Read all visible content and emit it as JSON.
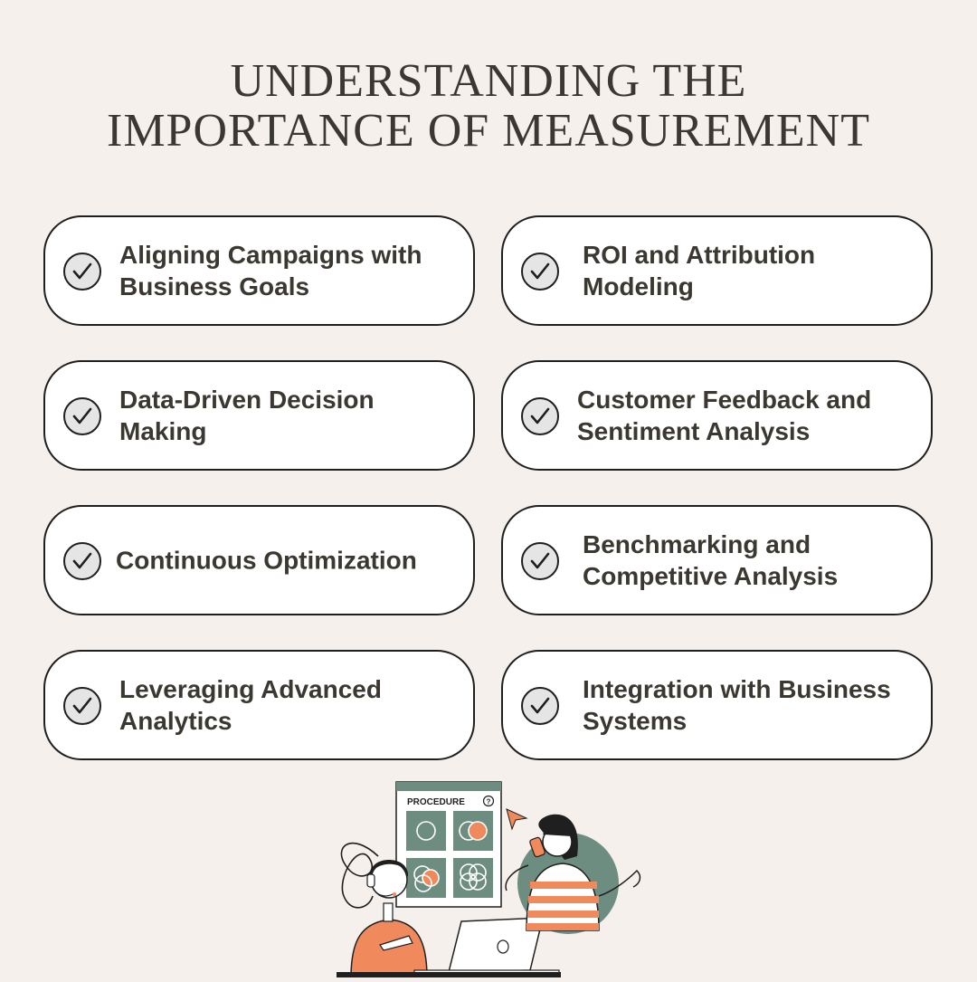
{
  "title": {
    "line1": "UNDERSTANDING THE",
    "line2": "IMPORTANCE OF MEASUREMENT"
  },
  "items": [
    {
      "label": "Aligning Campaigns with Business Goals",
      "icon": "check-circle-icon"
    },
    {
      "label": "ROI and Attribution Modeling",
      "icon": "check-circle-icon"
    },
    {
      "label": "Data-Driven Decision Making",
      "icon": "check-circle-icon"
    },
    {
      "label": "Customer Feedback and Sentiment Analysis",
      "icon": "check-circle-icon"
    },
    {
      "label": "Continuous Optimization",
      "icon": "check-circle-icon"
    },
    {
      "label": "Benchmarking and Competitive Analysis",
      "icon": "check-circle-icon"
    },
    {
      "label": "Leveraging Advanced Analytics",
      "icon": "check-circle-icon"
    },
    {
      "label": "Integration with Business Systems",
      "icon": "check-circle-icon"
    }
  ],
  "illustration": {
    "board_label": "PROCEDURE",
    "help_glyph": "?"
  },
  "colors": {
    "background": "#f5f0eb",
    "text": "#3b3832",
    "card_border": "#1f1f1f",
    "board_green": "#6d8d80",
    "accent_orange": "#f08a5d"
  }
}
